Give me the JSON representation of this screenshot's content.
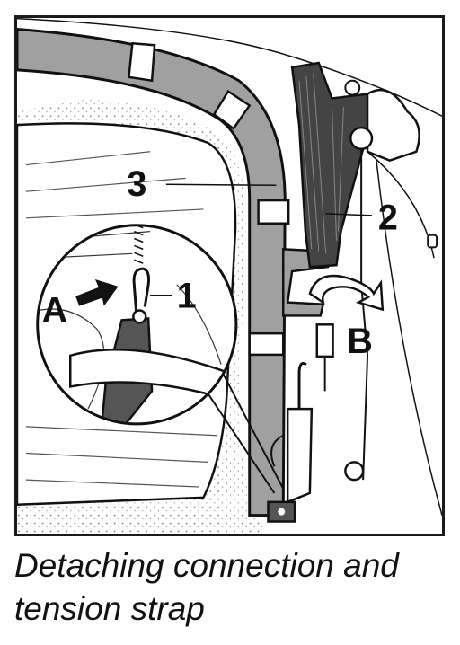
{
  "labels": {
    "callout_1": "1",
    "callout_2": "2",
    "callout_3": "3",
    "callout_a": "A",
    "callout_b": "B"
  },
  "caption": {
    "line1": "Detaching connection and",
    "line2": "tension strap"
  },
  "colors": {
    "frame_gray": "#a0a0a0",
    "strap_gray": "#444444",
    "line_black": "#111111"
  }
}
